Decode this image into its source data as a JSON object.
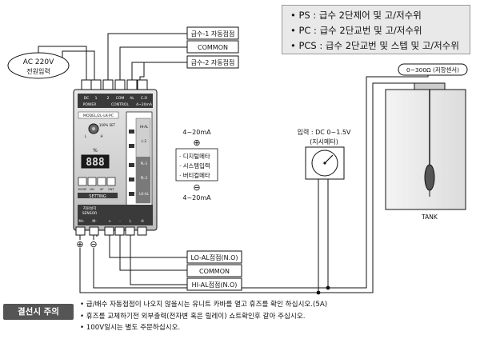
{
  "legend": [
    "• PS : 급수 2단제어 및 고/저수위",
    "• PC : 급수 2단교번 및 고/저수위",
    "• PCS : 급수 2단교번 및 스텝 및 고/저수위"
  ],
  "supply": {
    "voltage": "AC 220V",
    "label": "전원입력"
  },
  "outputs_top": [
    "급수-1 자동접점",
    "COMMON",
    "급수-2 자동접점"
  ],
  "outputs_bottom": [
    "LO-AL접점(N.O)",
    "COMMON",
    "HI-AL접점(N.O)"
  ],
  "device": {
    "model": "MODEL/2L-LK-PC",
    "set_label": "100% SET",
    "percent": "%",
    "digits": "888",
    "setting": "SETTING",
    "buttons": [
      "MODE",
      "DN",
      "UP",
      "ENT"
    ],
    "header_left": "POWER",
    "header_right": "CONTROL",
    "header_4_20": "4~20mA",
    "terminal_top": [
      "DC",
      "1",
      "2",
      "COM",
      "AL",
      "C.O"
    ],
    "sensor_title": "지원설치",
    "sensor_label": "SENSOR",
    "terminal_bottom": [
      "M+",
      "M-",
      "+",
      "-",
      "L",
      "H"
    ],
    "bars": [
      "HI-AL",
      "L-2",
      "PL-1",
      "PL-2",
      "LO-AL"
    ],
    "knob_labels": [
      "L",
      "H"
    ]
  },
  "signal": {
    "top": "4~20mA",
    "items": [
      "· 디지털메타",
      "· 시스템입력",
      "· 버티컬메타"
    ],
    "bottom": "4~20mA",
    "plus": "⊕",
    "minus": "⊖"
  },
  "meter": {
    "label_line1": "입력 : DC 0~1.5V",
    "label_line2": "(지시메터)"
  },
  "sensor": {
    "label": "0~300Ω (저항센서)",
    "tank": "TANK"
  },
  "polarity": {
    "plus": "⊕",
    "minus": "⊖"
  },
  "caution": "결선시 주의",
  "notes": [
    "• 급/배수 자동접점이 나오지 않을시는 유니트 카바를 열고 휴즈를 확인 하십시오.(5A)",
    "• 휴즈를 교체하기전 외부출력(전자변 혹은 릴레이) 쇼트확인후 갈아 주십시오.",
    "• 100V일시는 별도 주문하십시오."
  ]
}
